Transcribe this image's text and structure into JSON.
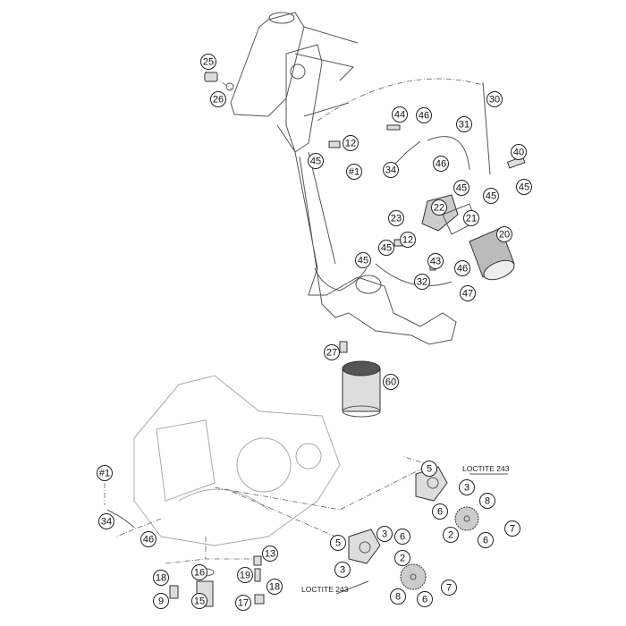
{
  "diagram": {
    "title": "Lubrication system exploded view",
    "note_label": "LOCTITE 243",
    "callouts": [
      "25",
      "26",
      "30",
      "44",
      "46",
      "31",
      "12",
      "45",
      "#1",
      "34",
      "46",
      "40",
      "45",
      "45",
      "45",
      "22",
      "23",
      "21",
      "20",
      "12",
      "45",
      "45",
      "43",
      "46",
      "32",
      "47",
      "27",
      "60",
      "#1",
      "34",
      "46",
      "5",
      "3",
      "8",
      "6",
      "2",
      "6",
      "7",
      "5",
      "3",
      "6",
      "2",
      "3",
      "8",
      "6",
      "7",
      "13",
      "16",
      "18",
      "19",
      "18",
      "9",
      "15",
      "17"
    ]
  }
}
